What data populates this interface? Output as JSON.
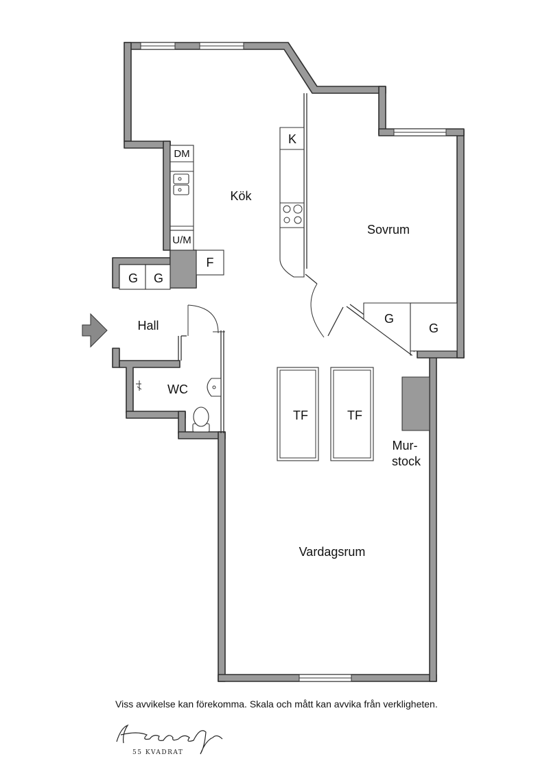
{
  "rooms": {
    "kok": "Kök",
    "sovrum": "Sovrum",
    "hall": "Hall",
    "wc": "WC",
    "vardagsrum": "Vardagsrum",
    "murstock_line1": "Mur-",
    "murstock_line2": "stock"
  },
  "fixtures": {
    "dm": "DM",
    "um": "U/M",
    "f": "F",
    "k": "K",
    "g": "G",
    "tf": "TF"
  },
  "footer": {
    "disclaimer": "Viss avvikelse kan förekomma. Skala och mått kan avvika från verkligheten.",
    "logo_sub": "55 KVADRAT"
  },
  "colors": {
    "wall": "#9a9a9a",
    "outline": "#2f2f2f",
    "background": "#ffffff"
  }
}
